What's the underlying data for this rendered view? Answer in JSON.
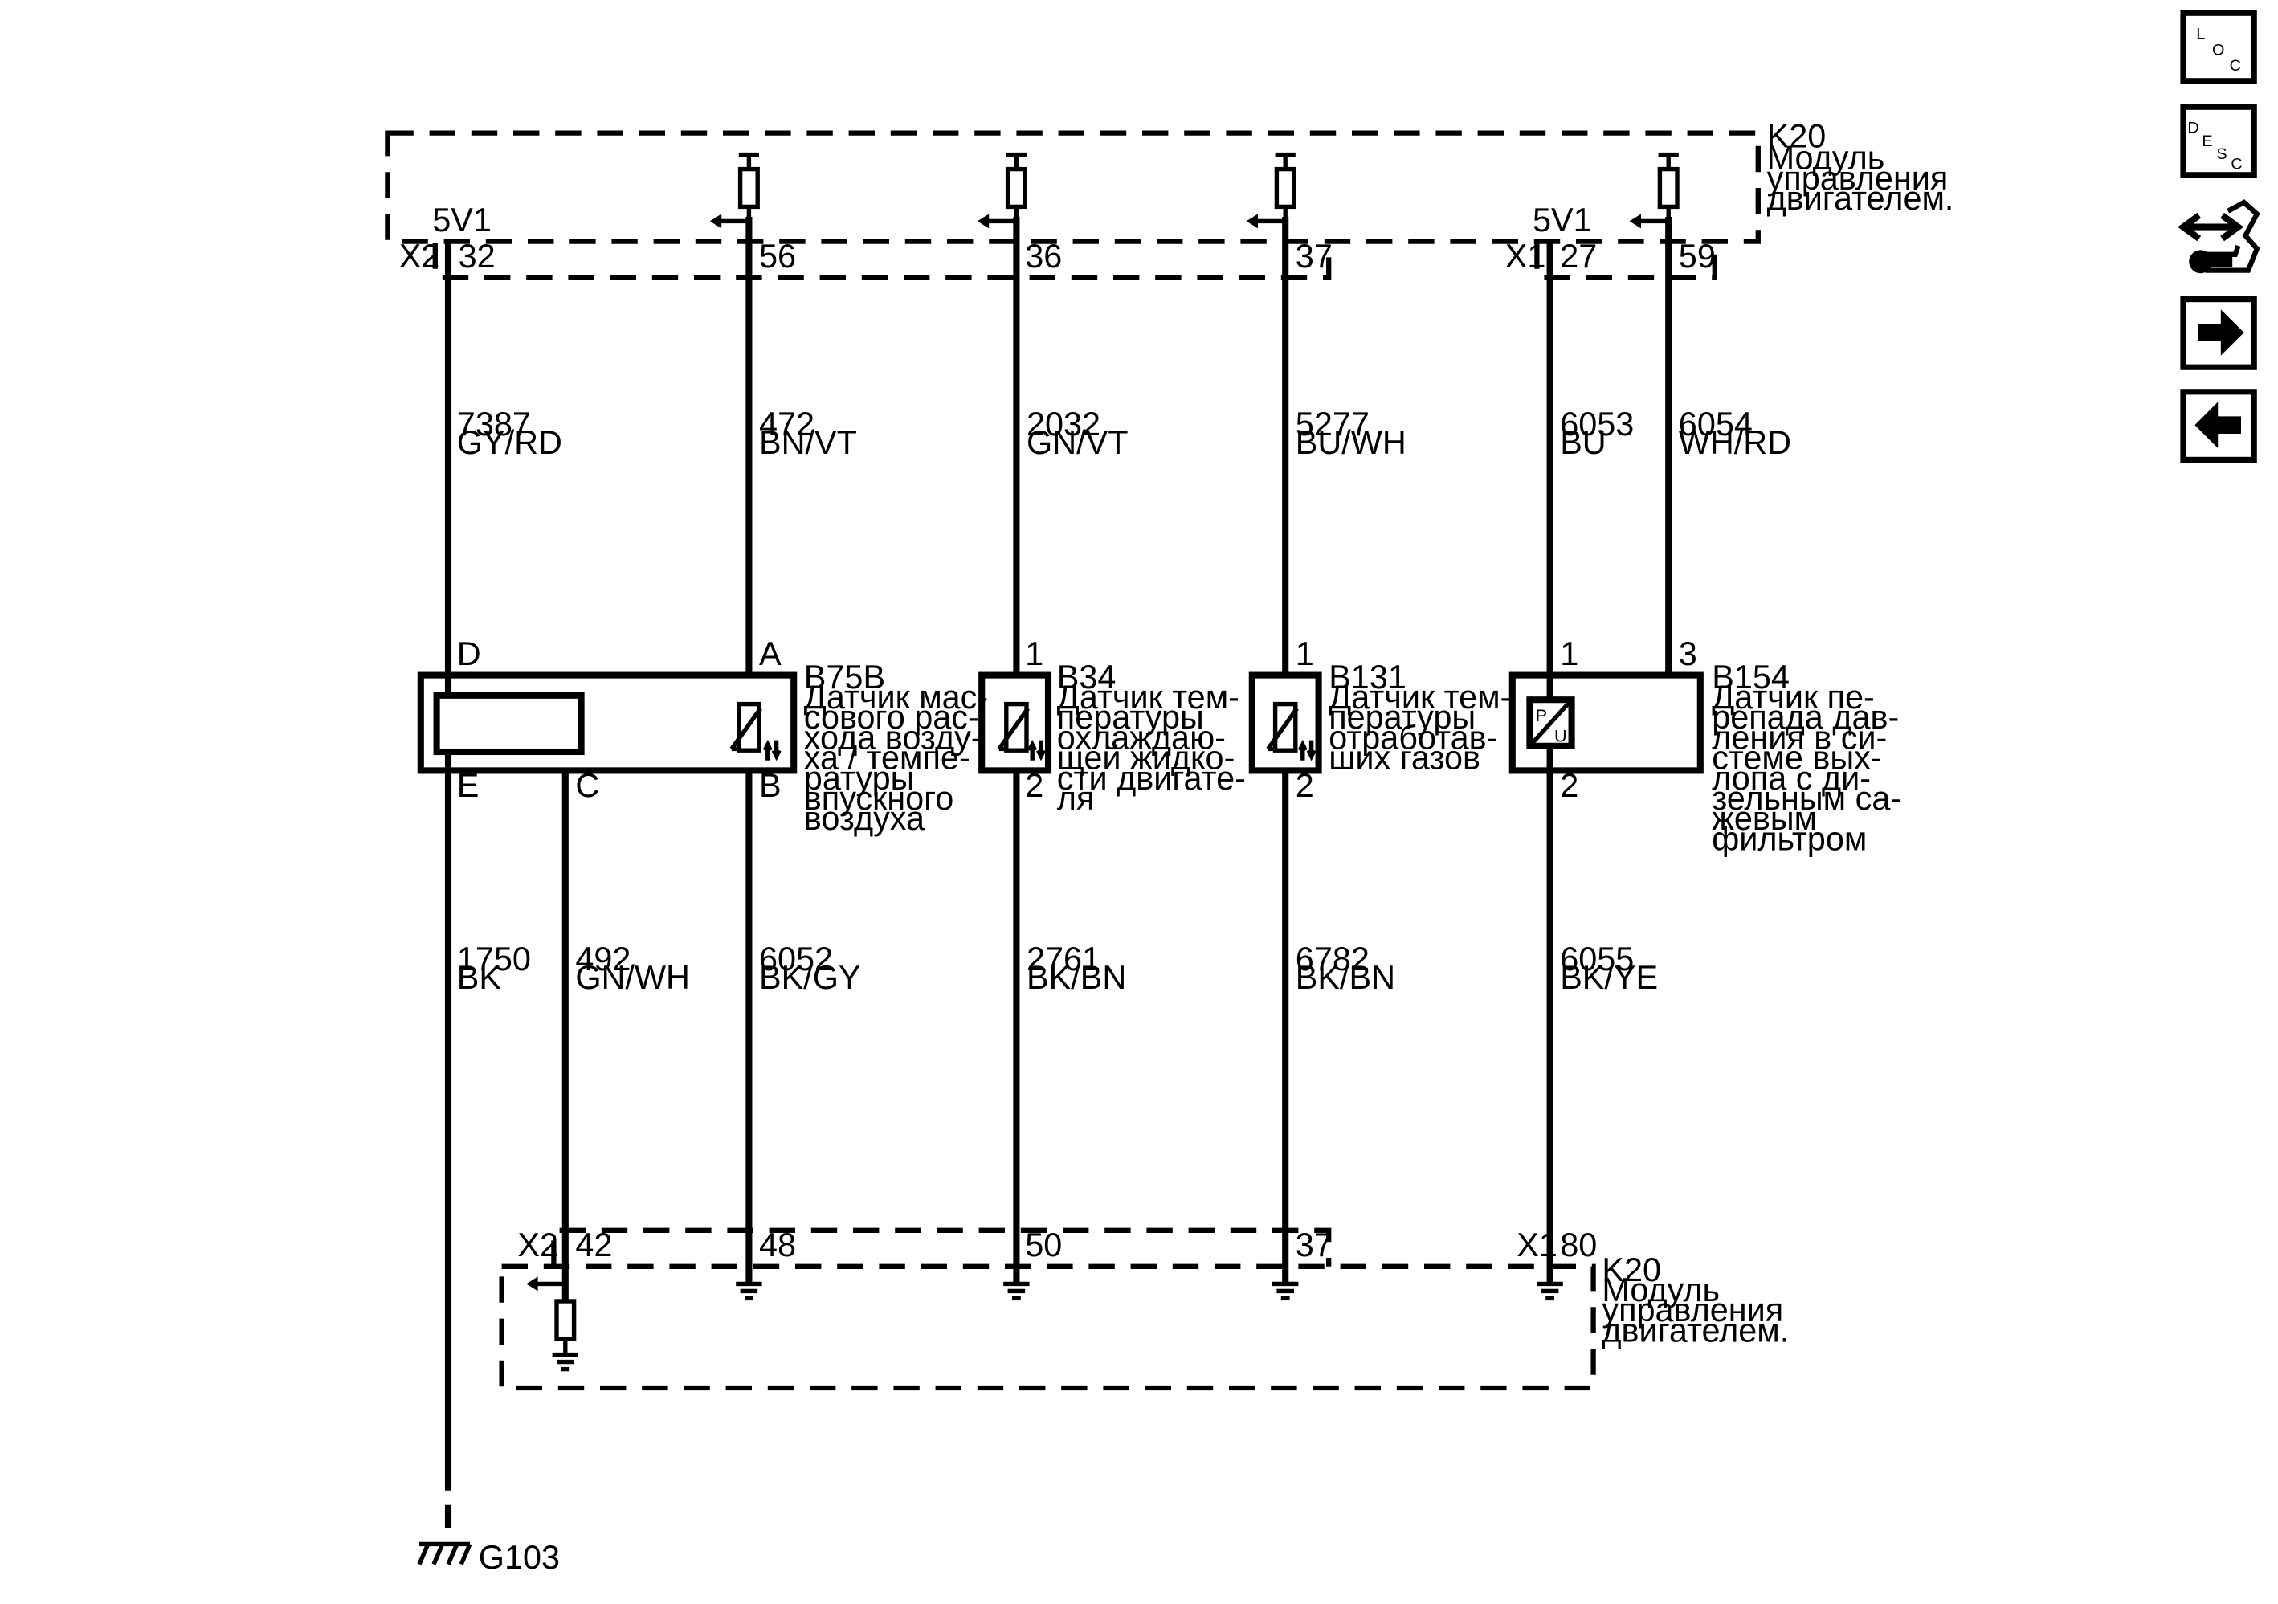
{
  "module_top": {
    "id": "K20",
    "name_lines": [
      "Модуль",
      "управления",
      "двигателем."
    ]
  },
  "module_bottom": {
    "id": "K20",
    "name_lines": [
      "Модуль",
      "управления",
      "двигателем."
    ]
  },
  "connectors": {
    "x2": "X2",
    "x1": "X1"
  },
  "supply_labels": {
    "left": "5V1",
    "right": "5V1"
  },
  "top_pins": [
    "32",
    "56",
    "36",
    "37",
    "27",
    "59"
  ],
  "bottom_pins": [
    "42",
    "48",
    "50",
    "37",
    "80"
  ],
  "wires_upper": [
    {
      "num": "7387",
      "color": "GY/RD"
    },
    {
      "num": "472",
      "color": "BN/VT"
    },
    {
      "num": "2032",
      "color": "GN/VT"
    },
    {
      "num": "5277",
      "color": "BU/WH"
    },
    {
      "num": "6053",
      "color": "BU"
    },
    {
      "num": "6054",
      "color": "WH/RD"
    }
  ],
  "wires_lower": [
    {
      "num": "1750",
      "color": "BK"
    },
    {
      "num": "492",
      "color": "GN/WH"
    },
    {
      "num": "6052",
      "color": "BK/GY"
    },
    {
      "num": "2761",
      "color": "BK/BN"
    },
    {
      "num": "6782",
      "color": "BK/BN"
    },
    {
      "num": "6055",
      "color": "BK/YE"
    }
  ],
  "sensors": [
    {
      "id": "B75B",
      "pins_top": [
        "D",
        "A"
      ],
      "pins_bottom": [
        "E",
        "C",
        "B"
      ],
      "desc_lines": [
        "Датчик мас-",
        "сового рас-",
        "хода возду-",
        "ха / темпе-",
        "ратуры",
        "впускного",
        "воздуха"
      ]
    },
    {
      "id": "B34",
      "pins_top": [
        "1"
      ],
      "pins_bottom": [
        "2"
      ],
      "desc_lines": [
        "Датчик тем-",
        "пературы",
        "охлаждаю-",
        "щей жидко-",
        "сти двигате-",
        "ля"
      ]
    },
    {
      "id": "B131",
      "pins_top": [
        "1"
      ],
      "pins_bottom": [
        "2"
      ],
      "desc_lines": [
        "Датчик тем-",
        "пературы",
        "отработав-",
        "ших газов"
      ]
    },
    {
      "id": "B154",
      "pins_top": [
        "1",
        "3"
      ],
      "pins_bottom": [
        "2"
      ],
      "desc_lines": [
        "Датчик пе-",
        "репада дав-",
        "ления в си-",
        "стеме вых-",
        "лопа с ди-",
        "зельным са-",
        "жевым",
        "фильтром"
      ]
    }
  ],
  "pu_symbol": {
    "p": "P",
    "u": "U"
  },
  "ground": {
    "id": "G103"
  },
  "nav": {
    "loc": [
      "L",
      "O",
      "C"
    ],
    "desc": [
      "D",
      "E",
      "S",
      "C"
    ]
  }
}
